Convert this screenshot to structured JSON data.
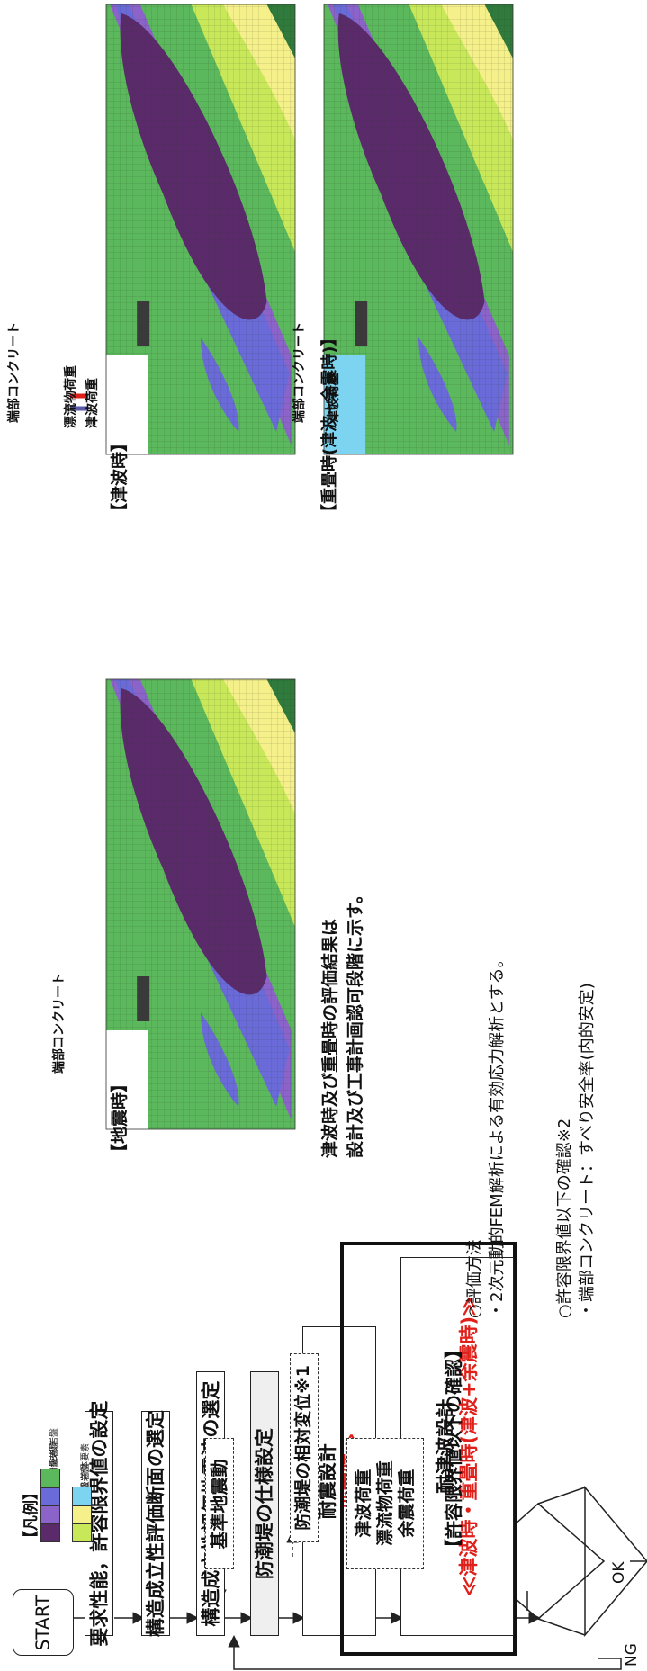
{
  "flowchart": {
    "start": "START",
    "step1": "要求性能，許容限界値の設定",
    "step2": "構造成立性評価断面の選定",
    "step3": "構造成立性評価地震波の選定",
    "step4": "防潮堤の仕様設定",
    "seismic_title": "耐震設計",
    "seismic_case": "≪地震時≫",
    "tsunami_title": "耐津波設計",
    "tsunami_case": "≪津波時・重畳時(津波+余震時)≫",
    "decision": "【許容限界値以下の確認】",
    "ok": "OK",
    "ng": "NG",
    "input_ground_motion": "基準地震動",
    "input_displacement": "防潮堤の相対変位※1",
    "loads": [
      "津波荷重",
      "漂流物荷重",
      "余震荷重"
    ]
  },
  "notes": {
    "result_line1": "津波時及び重畳時の評価結果は",
    "result_line2": "設計及び工事計画認可段階に示す。",
    "eval_method": "○評価方法",
    "eval_method_detail": "・2次元動的FEM解析による有効応力解析とする。",
    "check": "○許容限界値以下の確認※2",
    "check_detail": "・端部コンクリート：すべり安全率(内的安定)"
  },
  "legend": {
    "title": "【凡例】",
    "items": [
      {
        "label": "AⅡ級岩盤",
        "color": "#5b2a6b"
      },
      {
        "label": "AⅢ級岩盤",
        "color": "#8b63c9"
      },
      {
        "label": "AⅢ級岩盤",
        "color": "#6a6ad8"
      },
      {
        "label": "B級岩盤",
        "color": "#5cb85c"
      },
      {
        "label": "C級岩盤",
        "color": "#c8e85a"
      },
      {
        "label": "D級岩盤",
        "color": "#f5f08a"
      },
      {
        "label": "流体要素",
        "color": "#7dd4f0"
      }
    ]
  },
  "panels": {
    "seismic": {
      "title": "【地震時】",
      "label": "端部コンクリート"
    },
    "tsunami": {
      "title": "【津波時】",
      "label_concrete": "端部コンクリート",
      "label_debris": "漂流物荷重",
      "label_tsunami": "津波荷重"
    },
    "overlap": {
      "title": "【重畳時(津波+余震時)】",
      "label_concrete": "端部コンクリート",
      "label_tsunami": "津波荷重"
    }
  },
  "colors": {
    "rock_a2": "#5b2a6b",
    "rock_a3_light": "#8b63c9",
    "rock_a3": "#6a6ad8",
    "rock_b": "#5cb85c",
    "rock_c": "#c8e85a",
    "rock_d": "#f5f08a",
    "fluid": "#7dd4f0",
    "dark_green": "#2f7a3c",
    "emphasis_red": "#e0201b"
  }
}
